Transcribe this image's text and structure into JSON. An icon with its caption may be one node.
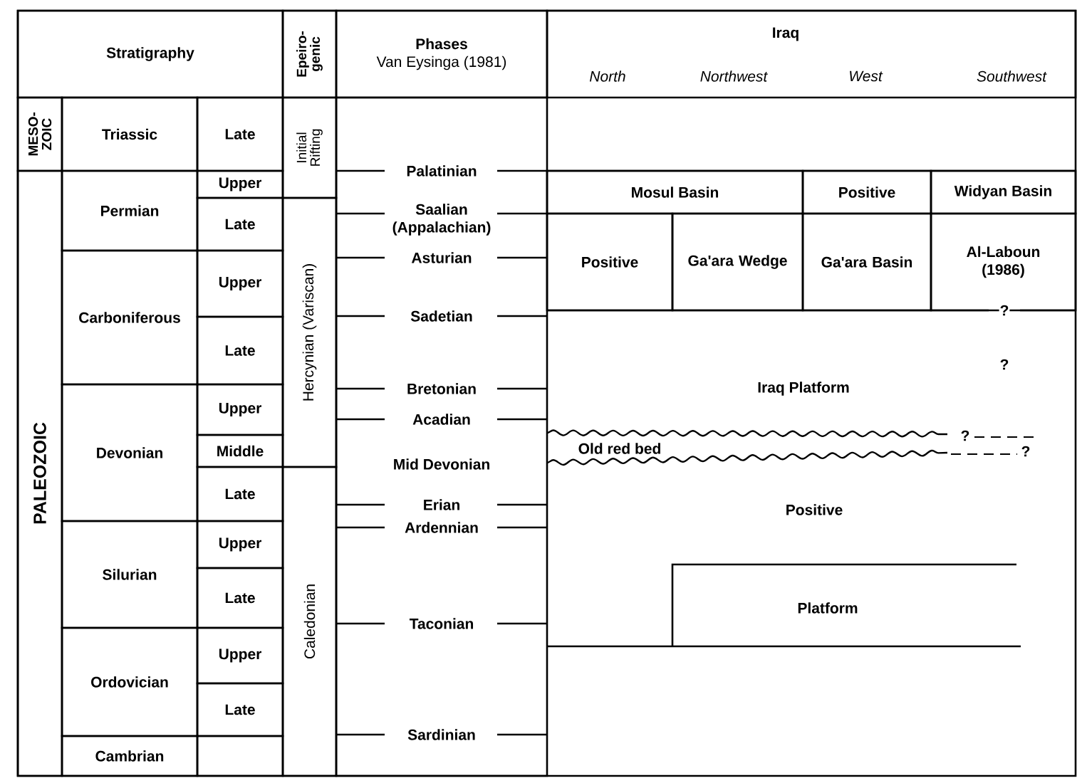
{
  "diagram": {
    "nodes": [
      {
        "text": [
          "Stratigraphy"
        ]
      },
      {
        "text": [
          "Epeiro-genic"
        ]
      },
      {
        "text": [
          "Phases",
          "Van Eysinga (1981)"
        ]
      },
      {
        "text": [
          "Iraq",
          "North",
          "Northwest",
          "West",
          "Southwest"
        ]
      },
      {
        "text": [
          "MESO-ZOIC"
        ]
      },
      {
        "text": [
          "PALEOZOIC"
        ]
      },
      {
        "text": [
          "Triassic"
        ]
      },
      {
        "text": [
          "Late"
        ]
      },
      {
        "text": [
          "Permian"
        ]
      },
      {
        "text": [
          "Upper"
        ]
      },
      {
        "text": [
          "Late"
        ]
      },
      {
        "text": [
          "Carboniferous"
        ]
      },
      {
        "text": [
          "Upper"
        ]
      },
      {
        "text": [
          "Late"
        ]
      },
      {
        "text": [
          "Devonian"
        ]
      },
      {
        "text": [
          "Upper"
        ]
      },
      {
        "text": [
          "Middle"
        ]
      },
      {
        "text": [
          "Late"
        ]
      },
      {
        "text": [
          "Silurian"
        ]
      },
      {
        "text": [
          "Upper"
        ]
      },
      {
        "text": [
          "Late"
        ]
      },
      {
        "text": [
          "Ordovician"
        ]
      },
      {
        "text": [
          "Upper"
        ]
      },
      {
        "text": [
          "Late"
        ]
      },
      {
        "text": [
          "Cambrian"
        ]
      },
      {
        "text": [],
        "shape": "box"
      },
      {
        "text": [
          "Initial Rifting"
        ]
      },
      {
        "text": [
          "Hercynian (Variscan)"
        ]
      },
      {
        "text": [
          "Caledonian"
        ]
      },
      {
        "text": [
          "Mosul Basin"
        ]
      },
      {
        "text": [
          "Positive"
        ]
      },
      {
        "text": [
          "Widyan Basin"
        ]
      },
      {
        "text": [
          "Positive"
        ]
      },
      {
        "text": [
          "Ga'ara Wedge"
        ]
      },
      {
        "text": [
          "Ga'ara Basin"
        ]
      },
      {
        "text": [
          "Al-Laboun (1986)"
        ]
      }
    ],
    "labels": [
      "Palatinian",
      "Saalian (Appalachian)",
      "Asturian",
      "Sadetian",
      "Bretonian",
      "Acadian",
      "Mid Devonian",
      "Erian",
      "Ardennian",
      "Taconian",
      "Sardinian",
      "?",
      "?",
      "Iraq Platform",
      "Old red bed",
      "?",
      "?",
      "Positive",
      "Platform"
    ]
  }
}
